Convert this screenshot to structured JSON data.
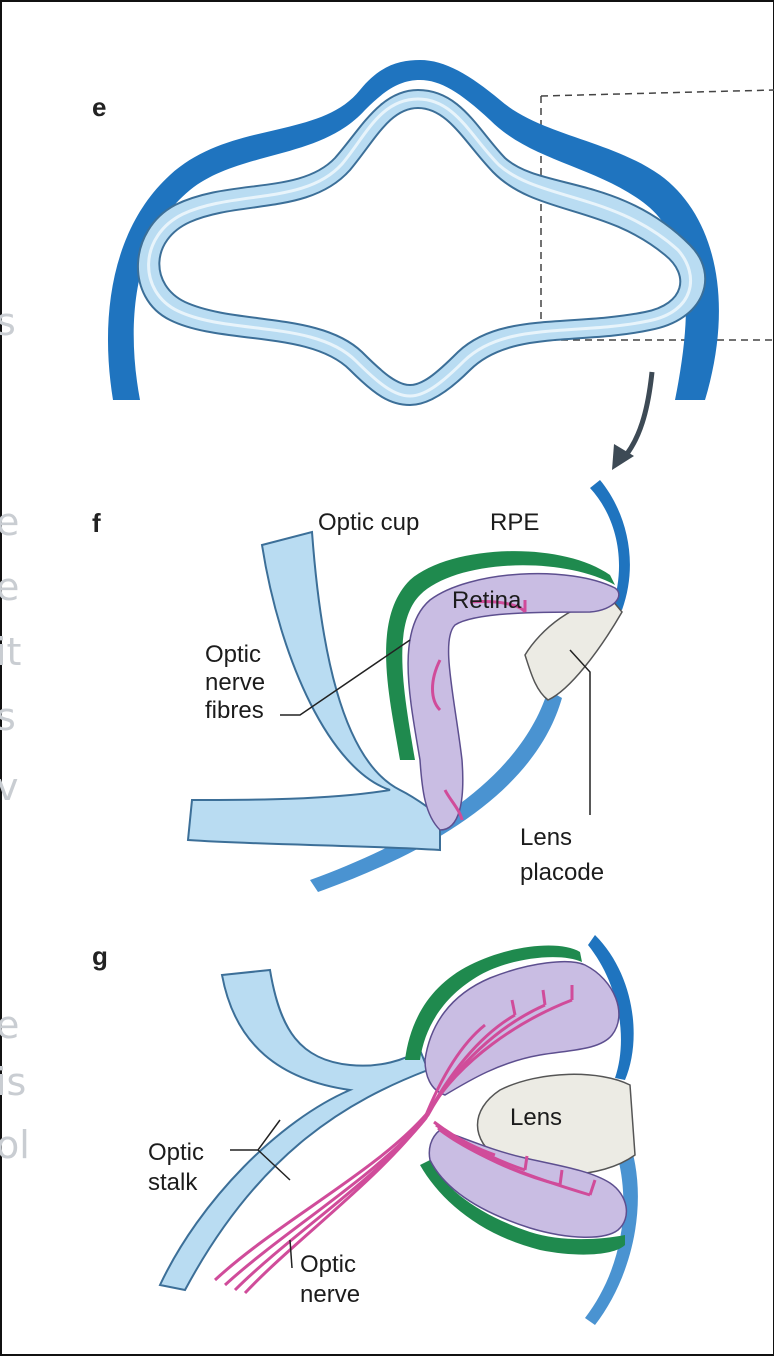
{
  "panels": {
    "e": {
      "letter": "e"
    },
    "f": {
      "letter": "f",
      "labels": {
        "optic_cup": "Optic cup",
        "rpe": "RPE",
        "retina": "Retina",
        "optic_nerve_fibres": [
          "Optic",
          "nerve",
          "fibres"
        ],
        "lens_placode": [
          "Lens",
          "placode"
        ]
      }
    },
    "g": {
      "letter": "g",
      "labels": {
        "lens": "Lens",
        "optic_stalk": [
          "Optic",
          "stalk"
        ],
        "optic_nerve": [
          "Optic",
          "nerve"
        ]
      }
    }
  },
  "ghost_text": [
    "s",
    "e",
    "e",
    "it",
    "s",
    "v",
    "e",
    "is",
    "ol"
  ],
  "colors": {
    "surface_ectoderm": "#1f74bf",
    "neural_tube": "#b9dcf2",
    "neural_tube_outline": "#3c6f98",
    "rpe": "#1f8a4e",
    "retina": "#c9bde3",
    "lens": "#ecebe4",
    "axons": "#d04c9a",
    "ghost_text": "#c9cdd2"
  }
}
